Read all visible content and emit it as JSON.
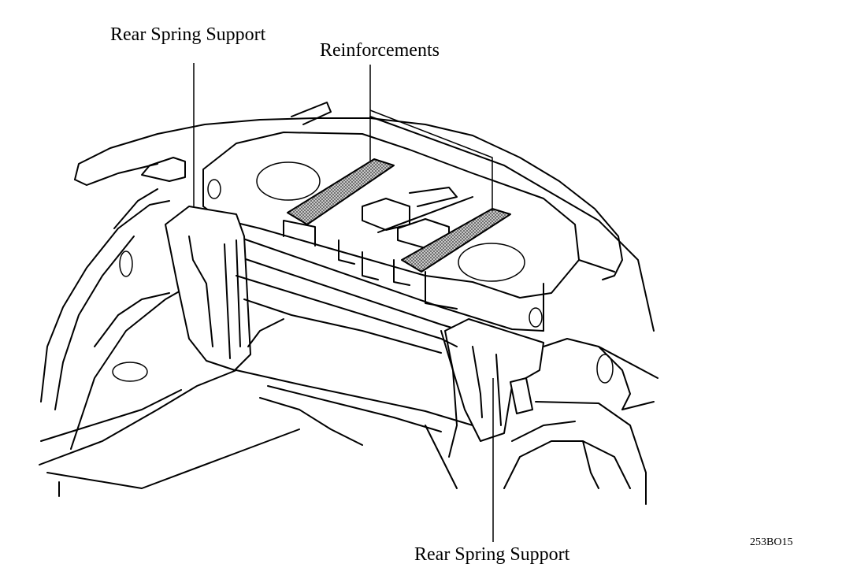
{
  "labels": {
    "rear_spring_support_top": "Rear Spring Support",
    "reinforcements": "Reinforcements",
    "rear_spring_support_bottom": "Rear Spring Support",
    "figure_code": "253BO15"
  },
  "colors": {
    "line": "#000000",
    "background": "#ffffff",
    "reinforcement_fill": "#9a9a9a"
  }
}
